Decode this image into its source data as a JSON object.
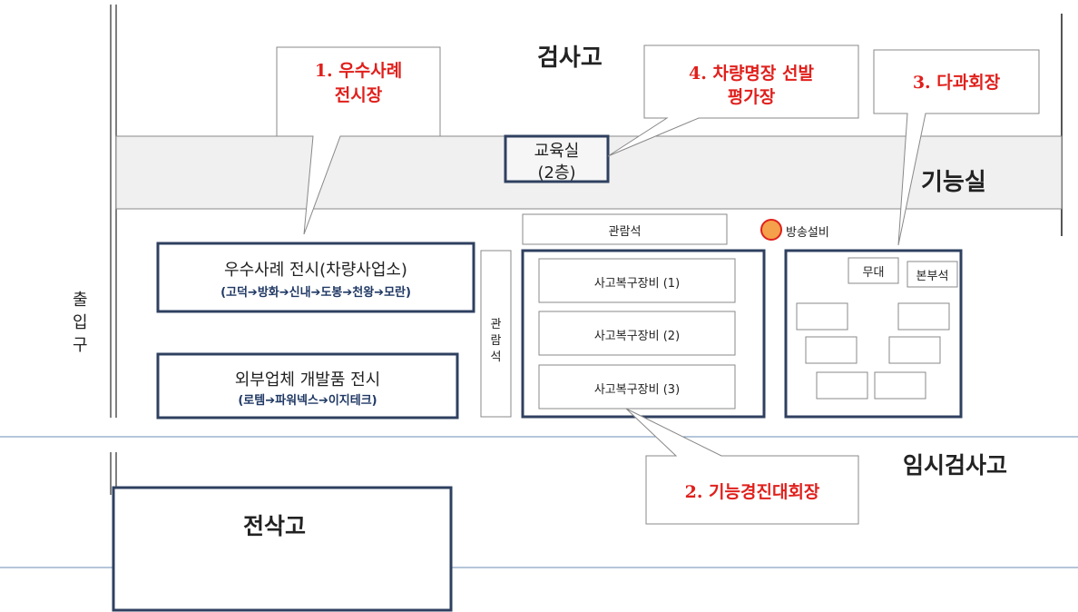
{
  "areas": {
    "inspection_depot": "검사고",
    "education_room": "교육실",
    "education_floor": "(2층)",
    "skills_room": "기능실",
    "temporary_depot": "임시검사고",
    "electric_depot": "전삭고",
    "entrance": [
      "출",
      "입",
      "구"
    ],
    "seating_top": "관람석",
    "seating_side": [
      "관",
      "람",
      "석"
    ],
    "broadcast": "방송설비"
  },
  "callouts": [
    {
      "label_line1": "1. 우수사례",
      "label_line2": "전시장"
    },
    {
      "label_line1": "2. 기능경진대회장"
    },
    {
      "label_line1": "3. 다과회장"
    },
    {
      "label_line1": "4. 차량명장 선발",
      "label_line2": "평가장"
    }
  ],
  "exhibits": {
    "best_practice_title": "우수사례 전시(차량사업소)",
    "best_practice_sub": "(고덕➔방화➔신내➔도봉➔천왕➔모란)",
    "external_title": "외부업체 개발품 전시",
    "external_sub": "(로템➔파워넥스➔이지테크)"
  },
  "equipment": [
    "사고복구장비 (1)",
    "사고복구장비 (2)",
    "사고복구장비 (3)"
  ],
  "refreshment": {
    "stage": "무대",
    "head_table": "본부석"
  },
  "colors": {
    "box_border": "#2f4060",
    "band_fill": "#f0f0f0",
    "callout_text": "#e0201c",
    "line": "#6b8db5",
    "marker": "#f5a04a"
  }
}
